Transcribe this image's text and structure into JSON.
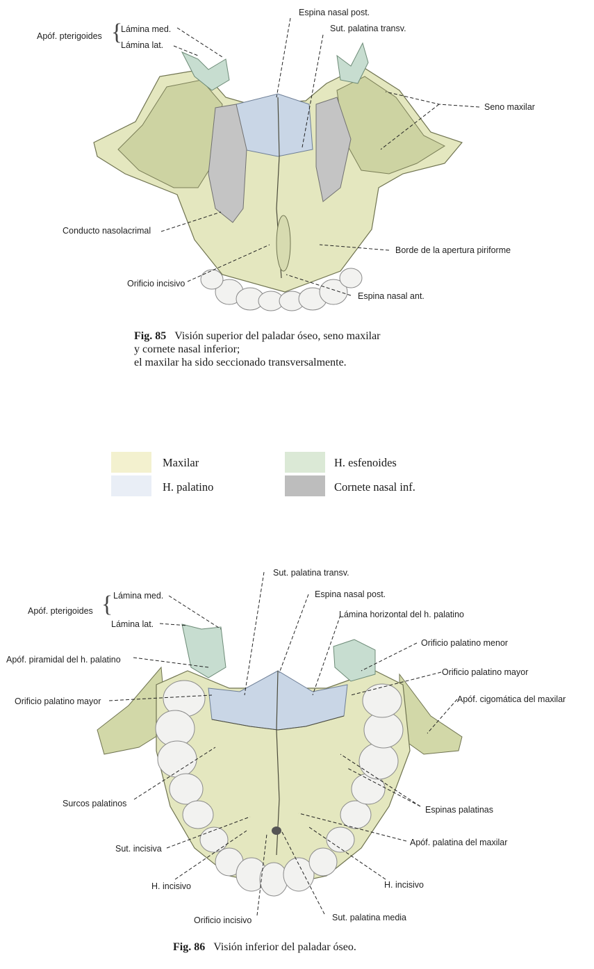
{
  "fig85": {
    "labels": {
      "apof_pterigoides": "Apóf. pterigoides",
      "lamina_med": "Lámina med.",
      "lamina_lat": "Lámina lat.",
      "espina_nasal_post": "Espina nasal post.",
      "sut_palatina_transv": "Sut. palatina transv.",
      "seno_maxilar": "Seno maxilar",
      "conducto_nasolacrimal": "Conducto nasolacrimal",
      "borde_apertura": "Borde de la apertura piriforme",
      "orificio_incisivo": "Orificio incisivo",
      "espina_nasal_ant": "Espina nasal ant."
    },
    "caption_num": "Fig. 85",
    "caption_line1": "Visión superior del paladar óseo, seno maxilar",
    "caption_line2": "y cornete nasal inferior;",
    "caption_line3": "el maxilar ha sido seccionado transversalmente."
  },
  "legend": {
    "items": [
      {
        "label": "Maxilar",
        "color": "#f3f1cf"
      },
      {
        "label": "H. esfenoides",
        "color": "#dbe9d6"
      },
      {
        "label": "H. palatino",
        "color": "#e9eef6"
      },
      {
        "label": "Cornete nasal inf.",
        "color": "#bdbdbd"
      }
    ]
  },
  "fig86": {
    "labels": {
      "sut_palatina_transv": "Sut. palatina transv.",
      "espina_nasal_post": "Espina nasal post.",
      "apof_pterigoides": "Apóf. pterigoides",
      "lamina_med": "Lámina med.",
      "lamina_lat": "Lámina lat.",
      "lamina_horizontal": "Lámina horizontal del h. palatino",
      "orificio_palatino_menor": "Orificio palatino menor",
      "apof_piramidal": "Apóf. piramidal del h. palatino",
      "orificio_palatino_mayor_r": "Orificio palatino mayor",
      "orificio_palatino_mayor_l": "Orificio palatino mayor",
      "apof_cigomatica": "Apóf. cigomática del maxilar",
      "surcos_palatinos": "Surcos palatinos",
      "espinas_palatinas": "Espinas palatinas",
      "sut_incisiva": "Sut. incisiva",
      "apof_palatina": "Apóf. palatina del maxilar",
      "h_incisivo_l": "H. incisivo",
      "h_incisivo_r": "H. incisivo",
      "orificio_incisivo": "Orificio incisivo",
      "sut_palatina_media": "Sut. palatina media"
    },
    "caption_num": "Fig. 86",
    "caption_line1": "Visión inferior del paladar óseo."
  },
  "colors": {
    "maxilar": "#e8ebc4",
    "maxilar_shade": "#c9cf9c",
    "palatino": "#c9d6e6",
    "esfenoides": "#c7ddd0",
    "cornete": "#b9b9b9",
    "teeth": "#f2f2f0"
  }
}
